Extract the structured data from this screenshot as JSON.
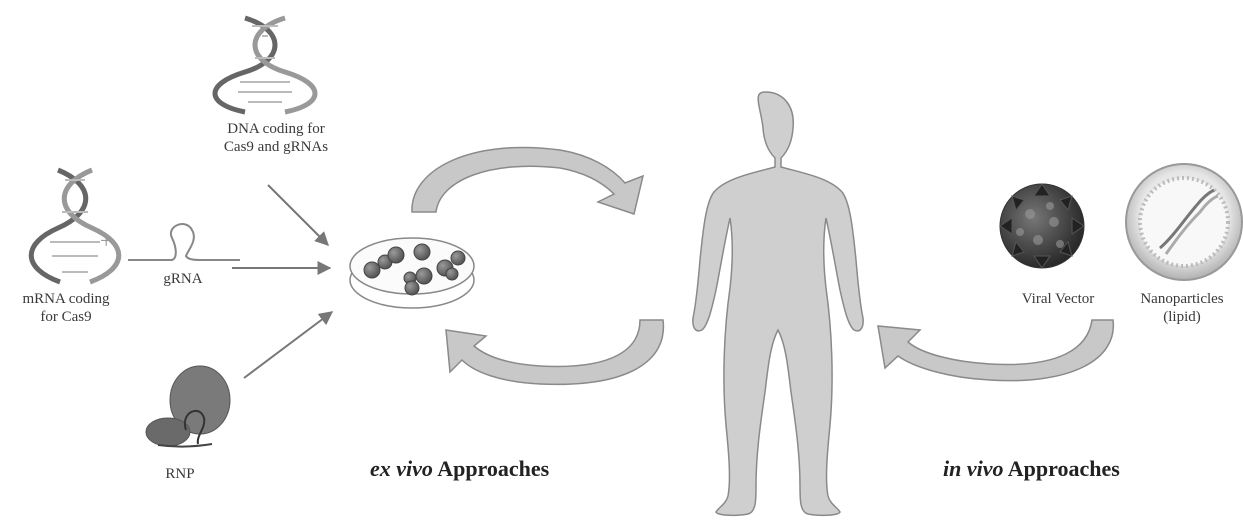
{
  "labels": {
    "dna_line1": "DNA coding for",
    "dna_line2": "Cas9 and gRNAs",
    "plus": "+",
    "grna": "gRNA",
    "mrna_line1": "mRNA coding",
    "mrna_line2": "for Cas9",
    "rnp": "RNP",
    "viral_vector": "Viral Vector",
    "nano_line1": "Nanoparticles",
    "nano_line2": "(lipid)"
  },
  "headings": {
    "ex_vivo_italic": "ex vivo",
    "ex_vivo_rest": " Approaches",
    "in_vivo_italic": "in vivo",
    "in_vivo_rest": " Approaches"
  },
  "colors": {
    "arrow_fill": "#c8c8c8",
    "arrow_stroke": "#8a8a8a",
    "body_fill": "#cfcfcf",
    "cell_fill": "#7a7a7a",
    "rnp_fill": "#6e6e6e",
    "line": "#777777"
  }
}
